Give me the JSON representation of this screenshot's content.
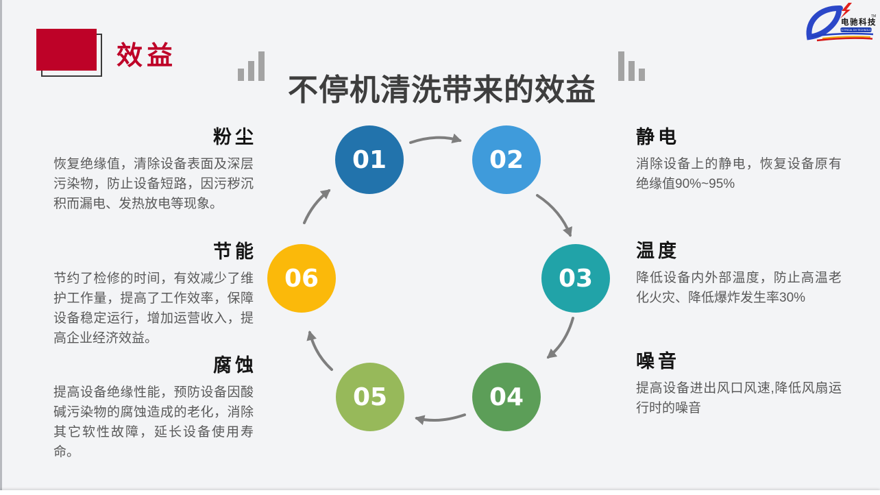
{
  "slide": {
    "section_label": "效益",
    "title": "不停机清洗带来的效益",
    "logo": {
      "company": "电驰科技",
      "tm": "TM",
      "tagline": "ELECTRICAL DH TECHNOLOGY"
    },
    "left_items": [
      {
        "heading": "粉尘",
        "body": "恢复绝缘值，清除设备表面及深层污染物，防止设备短路，因污秽沉积而漏电、发热放电等现象。"
      },
      {
        "heading": "节能",
        "body": "节约了检修的时间，有效减少了维护工作量，提高了工作效率，保障设备稳定运行，增加运营收入，提高企业经济效益。"
      },
      {
        "heading": "腐蚀",
        "body": "提高设备绝缘性能，预防设备因酸碱污染物的腐蚀造成的老化，消除其它软性故障，延长设备使用寿命。"
      }
    ],
    "right_items": [
      {
        "heading": "静电",
        "body": "消除设备上的静电，恢复设备原有绝缘值90%~95%"
      },
      {
        "heading": "温度",
        "body": "降低设备内外部温度，防止高温老化火灾、降低爆炸发生率30%"
      },
      {
        "heading": "噪音",
        "body": "提高设备进出风口风速,降低风扇运行时的噪音"
      }
    ],
    "cycle": [
      {
        "number": "01",
        "color": "#2273AC"
      },
      {
        "number": "02",
        "color": "#3F9BDB"
      },
      {
        "number": "03",
        "color": "#21A3A8"
      },
      {
        "number": "04",
        "color": "#5C9E58"
      },
      {
        "number": "05",
        "color": "#97B95A"
      },
      {
        "number": "06",
        "color": "#FBB90A"
      }
    ],
    "colors": {
      "accent_red": "#BE0228",
      "title_gray": "#3E3E3E",
      "body_gray": "#595959",
      "arrow_gray": "#7E7E7E",
      "bar_gray": "#A3A3A3",
      "background": "#F3F4F6",
      "logo_blue": "#2B47C8"
    }
  }
}
